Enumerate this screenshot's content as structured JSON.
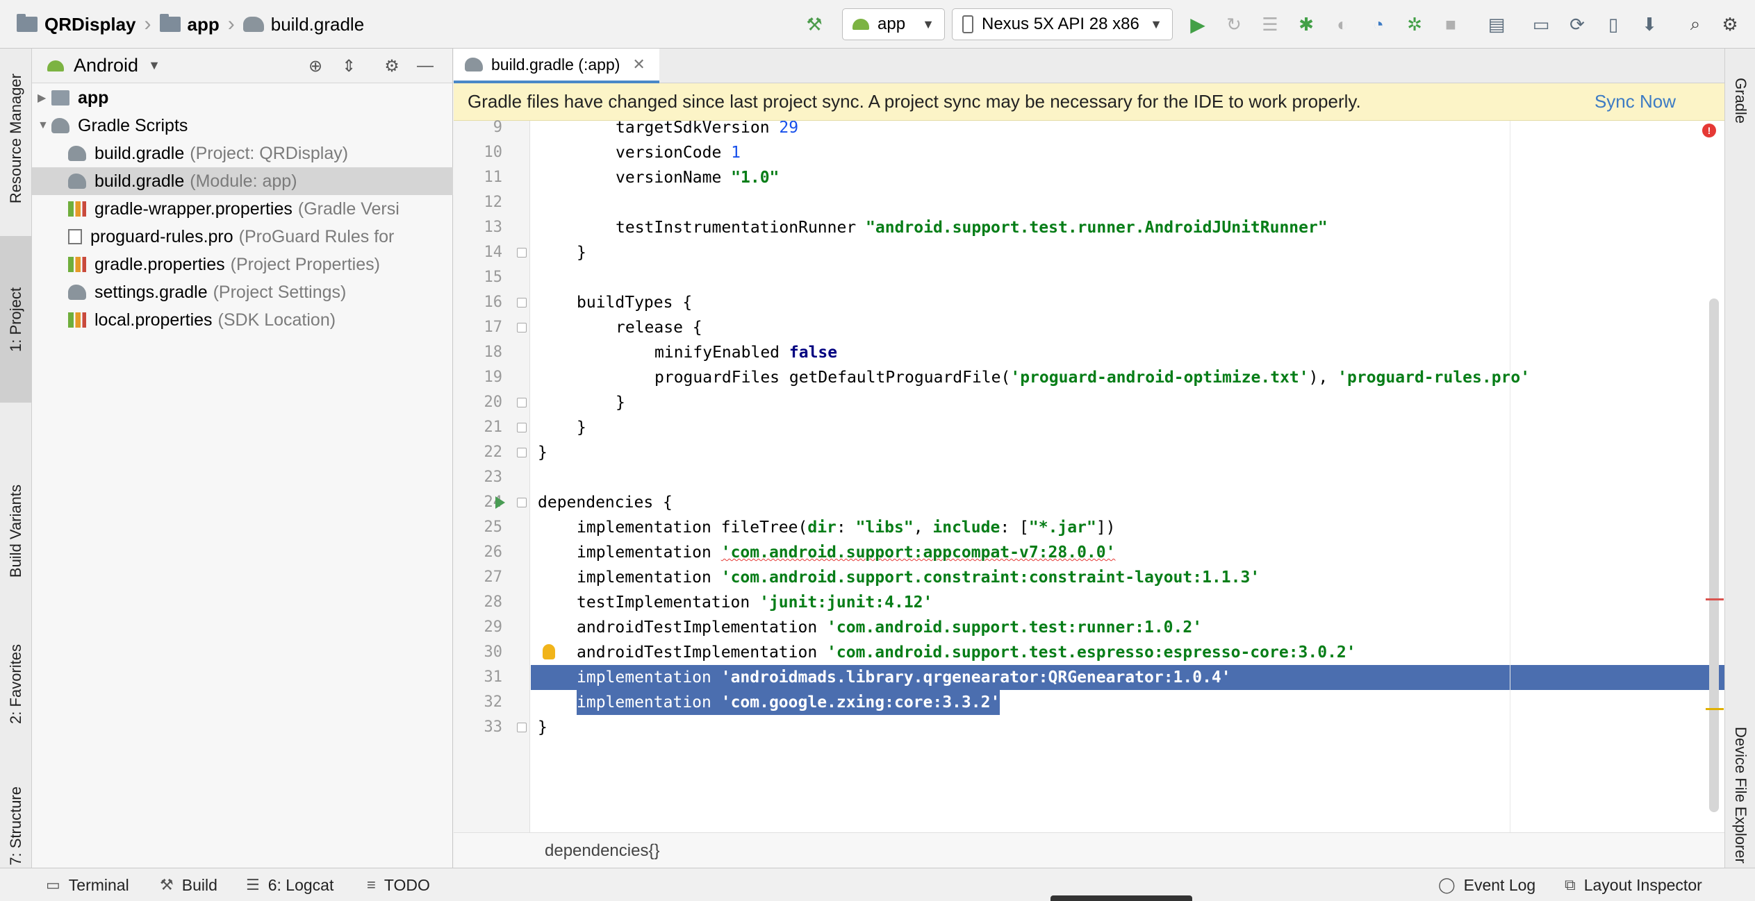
{
  "breadcrumb": {
    "project": "QRDisplay",
    "module": "app",
    "file": "build.gradle"
  },
  "toolbar": {
    "run_config": "app",
    "device": "Nexus 5X API 28 x86",
    "icons": [
      "hammer-icon",
      "run-icon",
      "rerun-icon",
      "apply-changes-icon",
      "debug-icon",
      "attach-debugger-icon",
      "profile-icon",
      "debug-attach-icon",
      "stop-icon",
      "project-structure-icon",
      "terminal-icon",
      "sync-icon",
      "avd-manager-icon",
      "sdk-manager-icon",
      "search-icon"
    ]
  },
  "left_stripe": {
    "resource_manager": "Resource Manager",
    "project": "1: Project",
    "build_variants": "Build Variants",
    "favorites": "2: Favorites",
    "structure": "7: Structure"
  },
  "right_stripe": {
    "gradle": "Gradle",
    "device_file_explorer": "Device File Explorer"
  },
  "project_panel": {
    "view": "Android",
    "tree": [
      {
        "name": "app",
        "hint": "",
        "bold": true,
        "level": 0,
        "icon": "folder-icon",
        "arrow": "▶"
      },
      {
        "name": "Gradle Scripts",
        "hint": "",
        "bold": false,
        "level": 0,
        "icon": "gradle-icon",
        "arrow": "▼"
      },
      {
        "name": "build.gradle",
        "hint": "(Project: QRDisplay)",
        "bold": false,
        "level": 1,
        "icon": "gradle-icon",
        "arrow": ""
      },
      {
        "name": "build.gradle",
        "hint": "(Module: app)",
        "bold": false,
        "level": 1,
        "icon": "gradle-icon",
        "arrow": "",
        "selected": true
      },
      {
        "name": "gradle-wrapper.properties",
        "hint": "(Gradle Versi",
        "bold": false,
        "level": 1,
        "icon": "properties-icon",
        "arrow": ""
      },
      {
        "name": "proguard-rules.pro",
        "hint": "(ProGuard Rules for",
        "bold": false,
        "level": 1,
        "icon": "text-file-icon",
        "arrow": ""
      },
      {
        "name": "gradle.properties",
        "hint": "(Project Properties)",
        "bold": false,
        "level": 1,
        "icon": "properties-icon",
        "arrow": ""
      },
      {
        "name": "settings.gradle",
        "hint": "(Project Settings)",
        "bold": false,
        "level": 1,
        "icon": "gradle-icon",
        "arrow": ""
      },
      {
        "name": "local.properties",
        "hint": "(SDK Location)",
        "bold": false,
        "level": 1,
        "icon": "properties-icon",
        "arrow": ""
      }
    ]
  },
  "editor": {
    "tab_label": "build.gradle (:app)",
    "banner_text": "Gradle files have changed since last project sync. A project sync may be necessary for the IDE to work properly.",
    "sync_now": "Sync Now",
    "breadcrumb": "dependencies{}",
    "lines": [
      {
        "n": "9",
        "indent": 2,
        "tokens": [
          [
            "p",
            "targetSdkVersion "
          ],
          [
            "num",
            "29"
          ]
        ]
      },
      {
        "n": "10",
        "indent": 2,
        "tokens": [
          [
            "p",
            "versionCode "
          ],
          [
            "num",
            "1"
          ]
        ]
      },
      {
        "n": "11",
        "indent": 2,
        "tokens": [
          [
            "p",
            "versionName "
          ],
          [
            "str",
            "\"1.0\""
          ]
        ]
      },
      {
        "n": "12",
        "indent": 0,
        "tokens": []
      },
      {
        "n": "13",
        "indent": 2,
        "tokens": [
          [
            "p",
            "testInstrumentationRunner "
          ],
          [
            "str",
            "\"android.support.test.runner.AndroidJUnitRunner\""
          ]
        ]
      },
      {
        "n": "14",
        "indent": 1,
        "tokens": [
          [
            "p",
            "}"
          ]
        ],
        "fold": true
      },
      {
        "n": "15",
        "indent": 0,
        "tokens": []
      },
      {
        "n": "16",
        "indent": 1,
        "tokens": [
          [
            "p",
            "buildTypes {"
          ]
        ],
        "fold": true
      },
      {
        "n": "17",
        "indent": 2,
        "tokens": [
          [
            "p",
            "release {"
          ]
        ],
        "fold": true
      },
      {
        "n": "18",
        "indent": 3,
        "tokens": [
          [
            "p",
            "minifyEnabled "
          ],
          [
            "kw",
            "false"
          ]
        ]
      },
      {
        "n": "19",
        "indent": 3,
        "tokens": [
          [
            "p",
            "proguardFiles getDefaultProguardFile("
          ],
          [
            "str",
            "'proguard-android-optimize.txt'"
          ],
          [
            "p",
            "), "
          ],
          [
            "str",
            "'proguard-rules.pro'"
          ]
        ]
      },
      {
        "n": "20",
        "indent": 2,
        "tokens": [
          [
            "p",
            "}"
          ]
        ],
        "fold": true
      },
      {
        "n": "21",
        "indent": 1,
        "tokens": [
          [
            "p",
            "}"
          ]
        ],
        "fold": true
      },
      {
        "n": "22",
        "indent": 0,
        "tokens": [
          [
            "p",
            "}"
          ]
        ],
        "fold": true
      },
      {
        "n": "23",
        "indent": 0,
        "tokens": []
      },
      {
        "n": "24",
        "indent": 0,
        "tokens": [
          [
            "p",
            "dependencies {"
          ]
        ],
        "fold": true,
        "run": true
      },
      {
        "n": "25",
        "indent": 1,
        "tokens": [
          [
            "p",
            "implementation fileTree("
          ],
          [
            "named",
            "dir"
          ],
          [
            "p",
            ": "
          ],
          [
            "str",
            "\"libs\""
          ],
          [
            "p",
            ", "
          ],
          [
            "named",
            "include"
          ],
          [
            "p",
            ": ["
          ],
          [
            "str",
            "\"*.jar\""
          ],
          [
            "p",
            "])"
          ]
        ]
      },
      {
        "n": "26",
        "indent": 1,
        "tokens": [
          [
            "p",
            "implementation "
          ],
          [
            "sq",
            "'com.android.support:appcompat-v7:28.0.0'"
          ]
        ]
      },
      {
        "n": "27",
        "indent": 1,
        "tokens": [
          [
            "p",
            "implementation "
          ],
          [
            "str",
            "'com.android.support.constraint:constraint-layout:1.1.3'"
          ]
        ]
      },
      {
        "n": "28",
        "indent": 1,
        "tokens": [
          [
            "p",
            "testImplementation "
          ],
          [
            "str",
            "'junit:junit:4.12'"
          ]
        ]
      },
      {
        "n": "29",
        "indent": 1,
        "tokens": [
          [
            "p",
            "androidTestImplementation "
          ],
          [
            "str",
            "'com.android.support.test:runner:1.0.2'"
          ]
        ]
      },
      {
        "n": "30",
        "indent": 1,
        "tokens": [
          [
            "p",
            "androidTestImplementation "
          ],
          [
            "str",
            "'com.android.support.test.espresso:espresso-core:3.0.2'"
          ]
        ],
        "bulb": true
      },
      {
        "n": "31",
        "indent": 1,
        "tokens": [
          [
            "p",
            "implementation "
          ],
          [
            "str",
            "'androidmads.library.qrgenearator:QRGenearator:1.0.4'"
          ]
        ],
        "selected": "full"
      },
      {
        "n": "32",
        "indent": 1,
        "tokens": [
          [
            "p",
            "implementation "
          ],
          [
            "str",
            "'com.google.zxing:core:3.3.2'"
          ]
        ],
        "selected": "partial"
      },
      {
        "n": "33",
        "indent": 0,
        "tokens": [
          [
            "p",
            "}"
          ]
        ],
        "fold": true
      }
    ]
  },
  "bottom_bar": {
    "terminal": "Terminal",
    "build": "Build",
    "logcat": "6: Logcat",
    "todo": "TODO",
    "event_log": "Event Log",
    "layout_inspector": "Layout Inspector"
  },
  "colors": {
    "selection": "#4b6eaf",
    "string": "#067d17",
    "keyword": "#000080",
    "number": "#1750eb",
    "banner": "#fcf4c7",
    "link": "#3d7bc4"
  }
}
